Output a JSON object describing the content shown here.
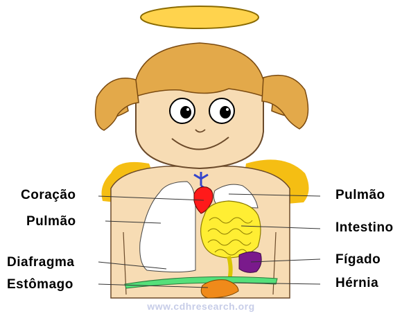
{
  "labels": {
    "coracao": "Coração",
    "pulmao_left": "Pulmão",
    "diafragma": "Diafragma",
    "estomago": "Estômago",
    "pulmao_right": "Pulmão",
    "intestino": "Intestino",
    "figado": "Fígado",
    "hernia": "Hérnia"
  },
  "watermark": "www.cdhresearch.org",
  "colors": {
    "skin": "#f7dcb4",
    "hair": "#e3a94a",
    "halo": "#ffd34d",
    "wings": "#f5be13",
    "heart": "#ff1a1a",
    "intestine": "#ffee33",
    "liver": "#7a1a8c",
    "diaphragm": "#55e07a",
    "stomach": "#f08a1a",
    "vessel": "#3344cc",
    "lung": "#ffffff"
  }
}
